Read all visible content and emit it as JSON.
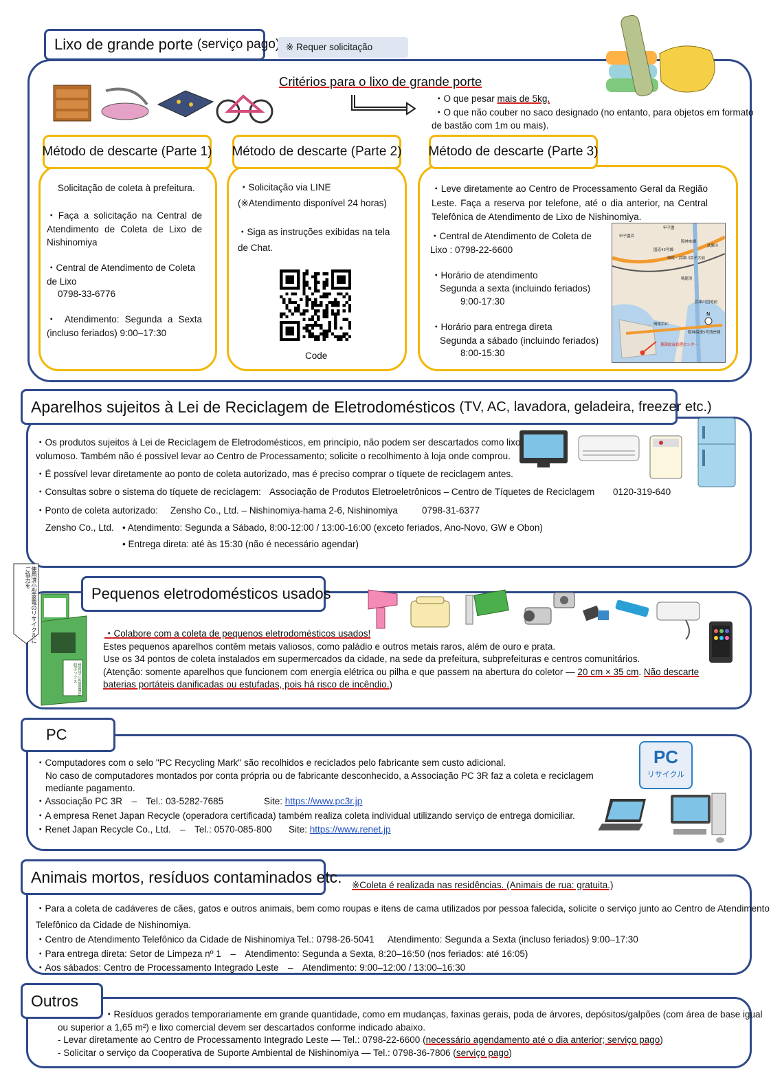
{
  "large": {
    "tab_main": "Lixo de grande porte",
    "tab_sub": "(serviço pago)",
    "requer": "※  Requer solicitação",
    "criteria_title": "Critérios para o lixo de grande porte",
    "criteria_1a": "・O que pesar ",
    "criteria_1b": "mais de 5kg.",
    "criteria_2": "・O que não couber no saco designado (no entanto, para objetos em formato",
    "criteria_3": "de bastão com 1m ou mais).",
    "m1_title": "Método de descarte (Parte 1)",
    "m1_l1": "Solicitação de coleta à prefeitura.",
    "m1_l2": "・Faça a solicitação na Central de Atendimento de Coleta de Lixo de Nishinomiya",
    "m1_l3": "・Central de Atendimento de Coleta de Lixo",
    "m1_l4": "0798-33-6776",
    "m1_l5": "・ Atendimento: Segunda a Sexta (incluso feriados) 9:00–17:30",
    "m2_title": "Método de descarte (Parte 2)",
    "m2_l1": "・Solicitação via LINE",
    "m2_l2": "(※Atendimento disponível 24 horas)",
    "m2_l3": "・Siga as instruções exibidas na tela de Chat.",
    "m2_code": "Code",
    "m3_title": "Método de descarte (Parte 3)",
    "m3_l1": "・Leve diretamente ao Centro de Processamento Geral da Região Leste. Faça a reserva por telefone, até o dia anterior, na Central Telefônica de Atendimento de Lixo de Nishinomiya.",
    "m3_l2": "・Central de Atendimento de Coleta de Lixo : 0798-22-6600",
    "m3_l3": "・Horário de atendimento",
    "m3_l4": "Segunda a sexta (incluindo feriados)",
    "m3_l5": "9:00-17:30",
    "m3_l6": "・Horário para entrega direta",
    "m3_l7": "Segunda a sábado (incluindo feriados)",
    "m3_l8": "8:00-15:30",
    "map_labels": [
      "甲子園",
      "阪神本線",
      "国道43号線",
      "鳴尾・武庫川女子大前",
      "武庫川",
      "甲子園浜",
      "鳴尾浜",
      "武庫川団地前",
      "東部総合処理センター",
      "阪神高速5号湾岸線",
      "鳴尾浜IC"
    ]
  },
  "appliance": {
    "title_main": "Aparelhos sujeitos à Lei de Reciclagem de Eletrodomésticos",
    "title_sub": "(TV, AC, lavadora, geladeira, freezer etc.)",
    "l1": "・Os produtos sujeitos à Lei de Reciclagem de Eletrodomésticos, em princípio, não podem ser descartados como lixo",
    "l1b": "volumoso. Também não é possível levar ao Centro de Processamento; solicite o recolhimento à loja onde comprou.",
    "l2": "・É possível levar diretamente ao ponto de coleta autorizado, mas é preciso comprar o tíquete de reciclagem antes.",
    "l3a": "・Consultas sobre o sistema do tíquete de reciclagem:",
    "l3b": "Associação de Produtos Eletroeletrônicos – Centro de Tíquetes de Reciclagem",
    "l3c": "0120-319-640",
    "l4a": "・Ponto de coleta autorizado:",
    "l4b": "Zensho Co., Ltd. – Nishinomiya-hama 2-6, Nishinomiya",
    "l4c": "0798-31-6377",
    "l5a": "Zensho Co., Ltd.",
    "l5b": "• Atendimento: Segunda a Sábado, 8:00-12:00 / 13:00-16:00 (exceto feriados, Ano-Novo, GW e Obon)",
    "l6": "• Entrega direta: até às 15:30 (não é necessário agendar)"
  },
  "small": {
    "title": "Pequenos eletrodomésticos usados",
    "l1": "・Colabore com a coleta de pequenos eletrodomésticos usados!",
    "l2": "Estes pequenos aparelhos contêm metais valiosos, como paládio e outros metais raros, além de ouro e prata.",
    "l3": "Use os 34 pontos de coleta instalados em supermercados da cidade, na sede da prefeitura, subprefeituras e centros comunitários.",
    "l4a": "(Atenção: somente aparelhos que funcionem com energia elétrica ou pilha e que passem na abertura do coletor — ",
    "l4b": "20 cm × 35 cm",
    "l4c": ". ",
    "l4d": "Não descarte",
    "l5": "baterias portáteis danificadas ou estufadas, pois há risco de incêndio.",
    "l5end": ")",
    "sign": "使用済小型家電のリサイクルにご協力を",
    "box_label": "使用済小型家電回収ボックス"
  },
  "pc": {
    "title": "PC",
    "l1": "・Computadores com o selo \"PC Recycling Mark\" são recolhidos e reciclados pelo fabricante sem custo adicional.",
    "l2": "No caso de computadores montados por conta própria ou de fabricante desconhecido, a Associação PC 3R faz a coleta e reciclagem",
    "l3": "mediante pagamento.",
    "l4a": "・Associação PC 3R　–　Tel.: 03-5282-7685",
    "l4b": "Site: ",
    "l4c": "https://www.pc3r.jp",
    "l5": "・A empresa Renet Japan Recycle (operadora certificada) também realiza coleta individual utilizando serviço de entrega domiciliar.",
    "l6a": "・Renet Japan Recycle Co., Ltd.　–　Tel.: 0570-085-800",
    "l6b": "Site: ",
    "l6c": "https://www.renet.jp",
    "logo_pc": "PC",
    "logo_sub": "リサイクル"
  },
  "animals": {
    "title": "Animais mortos, resíduos contaminados etc.",
    "note": "※Coleta é realizada nas residências. (Animais de rua: gratuita.)",
    "l1": "・Para a coleta de cadáveres de cães, gatos e outros animais, bem como roupas e itens de cama utilizados por pessoa falecida, solicite o serviço junto ao Centro de Atendimento",
    "l1b": "Telefônico da Cidade de Nishinomiya.",
    "l2a": "・Centro de Atendimento Telefônico da Cidade de Nishinomiya",
    "l2b": "Tel.: 0798-26-5041",
    "l2c": "Atendimento: Segunda a Sexta (incluso feriados) 9:00–17:30",
    "l3": "・Para entrega direta: Setor de Limpeza nº 1　–　Atendimento: Segunda a Sexta, 8:20–16:50 (nos feriados: até 16:05)",
    "l4": "・Aos sábados: Centro de Processamento Integrado Leste　–　Atendimento: 9:00–12:00 / 13:00–16:30"
  },
  "outros": {
    "title": "Outros",
    "l1": "・Resíduos gerados temporariamente em grande quantidade, como em mudanças, faxinas gerais, poda de árvores, depósitos/galpões (com área de base igual",
    "l2": "ou superior a 1,65 m²) e lixo comercial devem ser descartados conforme indicado abaixo.",
    "l3a": "- Levar diretamente ao Centro de Processamento Integrado Leste — Tel.: 0798-22-6600 (",
    "l3b": "necessário agendamento até o dia anterior; serviço pago",
    "l3c": ")",
    "l4a": "- Solicitar o serviço da Cooperativa de Suporte Ambiental de Nishinomiya — Tel.: 0798-36-7806 (",
    "l4b": "serviço pago",
    "l4c": ")"
  },
  "colors": {
    "navy": "#2f4a8a",
    "yellow": "#f2b705",
    "red_underline": "#d21f1f",
    "link": "#1f4fbf"
  }
}
